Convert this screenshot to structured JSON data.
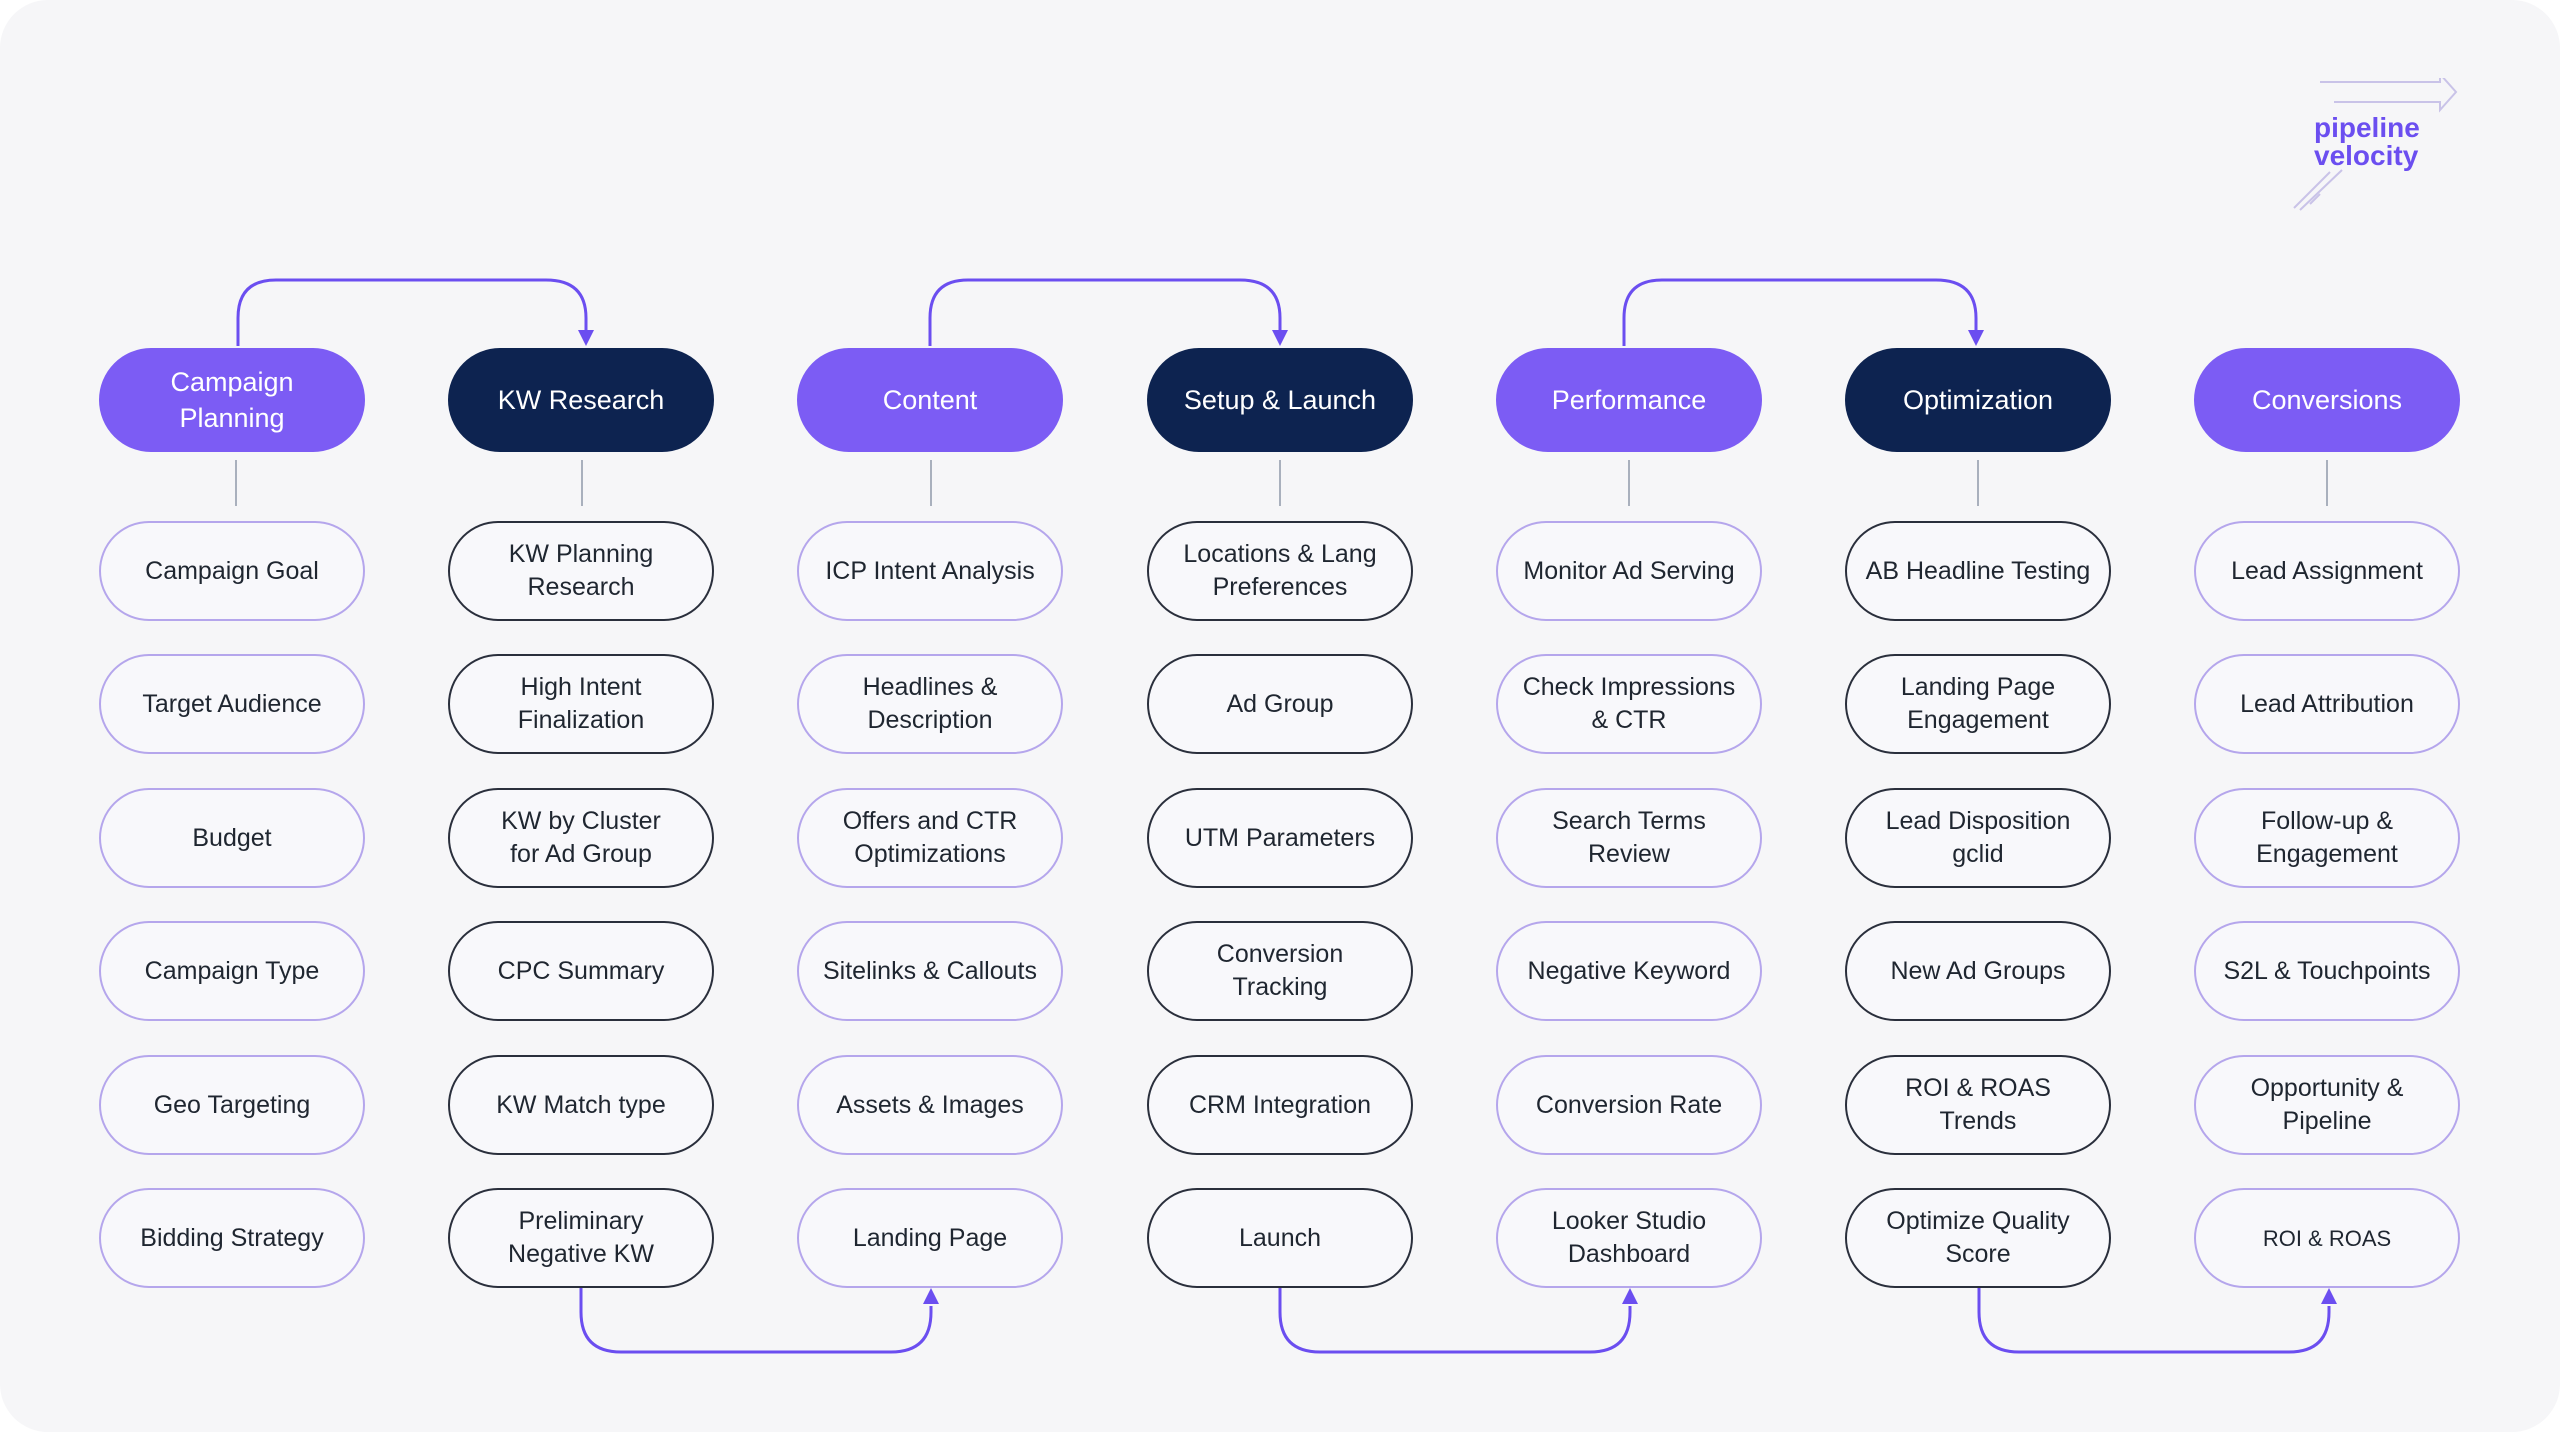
{
  "brand": {
    "logo_text": "pipeline\nvelocity"
  },
  "colors": {
    "canvas": "#f6f6f8",
    "purple": "#7c5cf4",
    "navy": "#0d2350",
    "connector": "#6b4ef0",
    "item_border_light": "#b5a6ec",
    "item_border_dark": "#2a2f3c"
  },
  "stages": [
    {
      "title": "Campaign\nPlanning",
      "style": "purple",
      "items": [
        "Campaign Goal",
        "Target Audience",
        "Budget",
        "Campaign Type",
        "Geo Targeting",
        "Bidding Strategy"
      ]
    },
    {
      "title": "KW Research",
      "style": "navy",
      "items": [
        "KW Planning\nResearch",
        "High Intent\nFinalization",
        "KW by Cluster\nfor Ad Group",
        "CPC Summary",
        "KW Match type",
        "Preliminary\nNegative KW"
      ]
    },
    {
      "title": "Content",
      "style": "purple",
      "items": [
        "ICP Intent Analysis",
        "Headlines &\nDescription",
        "Offers and CTR\nOptimizations",
        "Sitelinks & Callouts",
        "Assets & Images",
        "Landing Page"
      ]
    },
    {
      "title": "Setup & Launch",
      "style": "navy",
      "items": [
        "Locations & Lang\nPreferences",
        "Ad Group",
        "UTM Parameters",
        "Conversion Tracking",
        "CRM Integration",
        "Launch"
      ]
    },
    {
      "title": "Performance",
      "style": "purple",
      "items": [
        "Monitor Ad Serving",
        "Check Impressions\n& CTR",
        "Search Terms Review",
        "Negative Keyword",
        "Conversion Rate",
        "Looker Studio\nDashboard"
      ]
    },
    {
      "title": "Optimization",
      "style": "navy",
      "items": [
        "AB Headline Testing",
        "Landing Page\nEngagement",
        "Lead Disposition\ngclid",
        "New Ad Groups",
        "ROI & ROAS Trends",
        "Optimize Quality\nScore"
      ]
    },
    {
      "title": "Conversions",
      "style": "purple",
      "items": [
        "Lead Assignment",
        "Lead Attribution",
        "Follow-up &\nEngagement",
        "S2L & Touchpoints",
        "Opportunity &\nPipeline",
        "ROI & ROAS"
      ]
    }
  ]
}
